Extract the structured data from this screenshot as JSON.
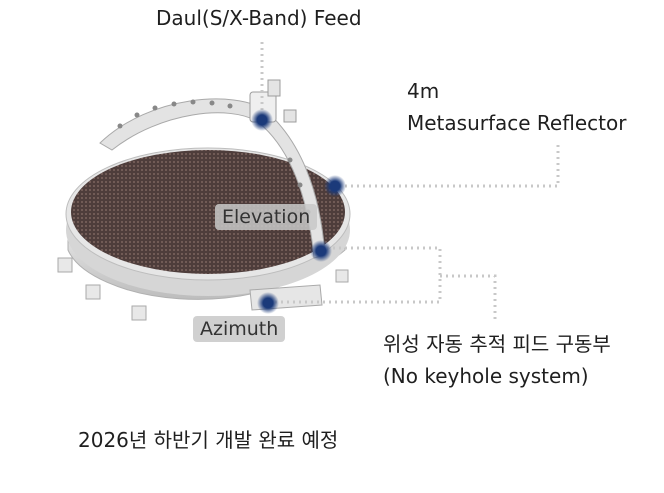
{
  "labels": {
    "feed": "Daul(S/X-Band) Feed",
    "reflector_line1": "4m",
    "reflector_line2": "Metasurface Reflector",
    "elevation": "Elevation",
    "azimuth": "Azimuth",
    "tracking_line1": "위성 자동 추적 피드 구동부",
    "tracking_line2": "(No keyhole system)",
    "schedule": "2026년 하반기 개발 완료 예정"
  },
  "colors": {
    "leader_line": "#c8c8c8",
    "marker": "#1b3a7a",
    "mesh": "#5a4643",
    "frame": "#dedede"
  },
  "icons": [
    "antenna-reflector-illustration"
  ]
}
